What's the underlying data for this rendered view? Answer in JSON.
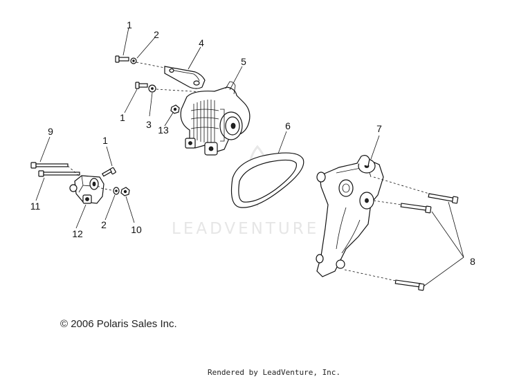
{
  "watermark": "LEADVENTURE",
  "copyright": "© 2006 Polaris Sales Inc.",
  "rendered_by": "Rendered by LeadVenture, Inc.",
  "callouts": {
    "c1_top": "1",
    "c2_top": "2",
    "c4": "4",
    "c5": "5",
    "c1_mid": "1",
    "c3": "3",
    "c13": "13",
    "c6": "6",
    "c7": "7",
    "c9": "9",
    "c1_left": "1",
    "c11": "11",
    "c12": "12",
    "c2_left": "2",
    "c10": "10",
    "c8": "8"
  }
}
